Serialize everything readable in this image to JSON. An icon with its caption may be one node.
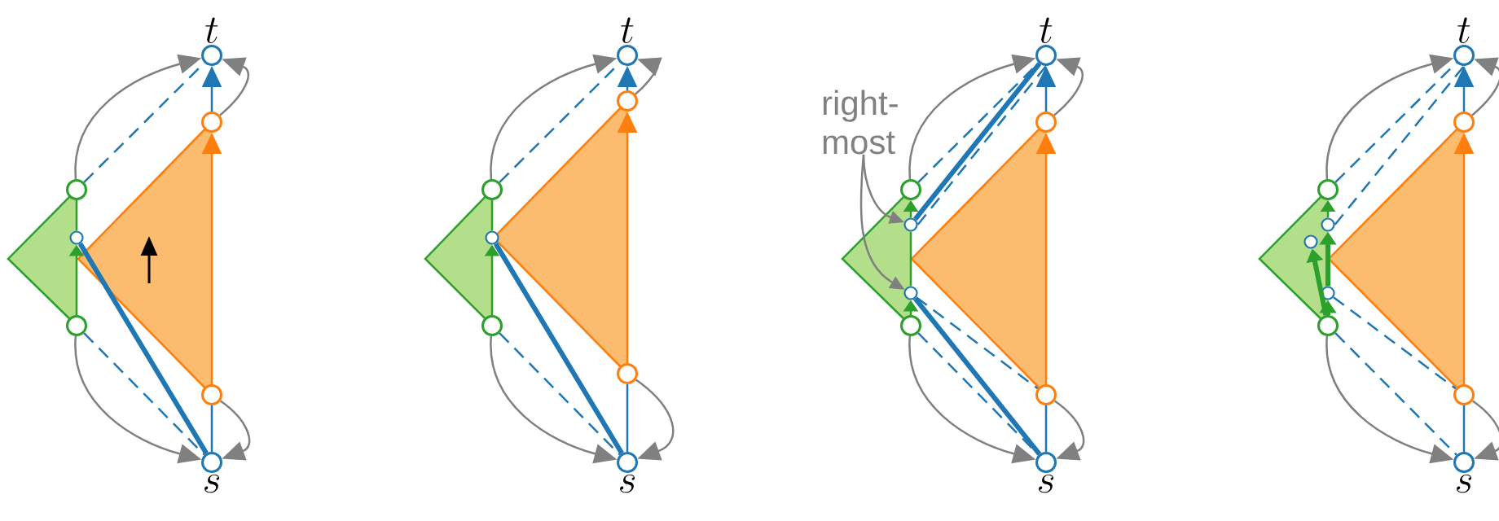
{
  "diagram": {
    "nodes": [
      {
        "text": [],
        "shape": "circle",
        "beside": [
          "t"
        ]
      },
      {
        "text": [],
        "shape": "circle"
      },
      {
        "text": [],
        "shape": "circle"
      },
      {
        "text": [],
        "shape": "circle"
      },
      {
        "text": [],
        "shape": "circle"
      },
      {
        "text": [],
        "shape": "circle"
      },
      {
        "text": [],
        "shape": "circle",
        "beside": [
          "s"
        ]
      },
      {
        "text": [],
        "shape": "circle",
        "beside": [
          "t"
        ]
      },
      {
        "text": [],
        "shape": "circle"
      },
      {
        "text": [],
        "shape": "circle"
      },
      {
        "text": [],
        "shape": "circle"
      },
      {
        "text": [],
        "shape": "circle"
      },
      {
        "text": [],
        "shape": "circle"
      },
      {
        "text": [],
        "shape": "circle",
        "beside": [
          "s"
        ]
      },
      {
        "text": [],
        "shape": "circle",
        "beside": [
          "t"
        ]
      },
      {
        "text": [
          "right-most"
        ]
      },
      {
        "text": [],
        "shape": "circle"
      },
      {
        "text": [],
        "shape": "circle"
      },
      {
        "text": [],
        "shape": "circle"
      },
      {
        "text": [],
        "shape": "circle"
      },
      {
        "text": [],
        "shape": "circle"
      },
      {
        "text": [],
        "shape": "circle"
      },
      {
        "text": [],
        "shape": "circle",
        "beside": [
          "s"
        ]
      },
      {
        "text": [],
        "shape": "circle",
        "beside": [
          "t"
        ]
      },
      {
        "text": [],
        "shape": "circle"
      },
      {
        "text": [],
        "shape": "circle"
      },
      {
        "text": [],
        "shape": "circle"
      },
      {
        "text": [],
        "shape": "circle"
      },
      {
        "text": [],
        "shape": "circle"
      },
      {
        "text": [],
        "shape": "circle"
      },
      {
        "text": [],
        "shape": "circle"
      },
      {
        "text": [],
        "shape": "circle",
        "beside": [
          "s"
        ]
      }
    ],
    "edges": [
      {
        "from": 5,
        "to": 1,
        "arrow": "to",
        "color": "#ff7f0e"
      },
      {
        "from": 1,
        "to": 0,
        "arrow": "to"
      },
      {
        "from": 6,
        "to": 5,
        "arrow": "none"
      },
      {
        "from": 4,
        "to": 3,
        "arrow": "to",
        "color": "#2ca02c"
      },
      {
        "from": 3,
        "to": 2,
        "arrow": "none",
        "color": "#2ca02c"
      },
      {
        "from": 6,
        "to": 3,
        "arrow": "none",
        "style": "thick"
      },
      {
        "from": 2,
        "to": 0,
        "arrow": "none",
        "style": "dashed"
      },
      {
        "from": 4,
        "to": 6,
        "arrow": "none",
        "style": "dashed"
      },
      {
        "from": 2,
        "to": 0,
        "arrow": "to",
        "color": "#808080"
      },
      {
        "from": 4,
        "to": 6,
        "arrow": "to",
        "color": "#808080"
      },
      {
        "from": 1,
        "to": 0,
        "arrow": "to",
        "color": "#808080"
      },
      {
        "from": 5,
        "to": 6,
        "arrow": "to",
        "color": "#808080"
      },
      {
        "from": 12,
        "to": 8,
        "arrow": "to",
        "color": "#ff7f0e"
      },
      {
        "from": 8,
        "to": 7,
        "arrow": "to"
      },
      {
        "from": 13,
        "to": 12,
        "arrow": "none"
      },
      {
        "from": 11,
        "to": 10,
        "arrow": "to",
        "color": "#2ca02c"
      },
      {
        "from": 10,
        "to": 9,
        "arrow": "none",
        "color": "#2ca02c"
      },
      {
        "from": 13,
        "to": 10,
        "arrow": "none",
        "style": "thick"
      },
      {
        "from": 9,
        "to": 7,
        "arrow": "none",
        "style": "dashed"
      },
      {
        "from": 11,
        "to": 13,
        "arrow": "none",
        "style": "dashed"
      },
      {
        "from": 9,
        "to": 7,
        "arrow": "to",
        "color": "#808080"
      },
      {
        "from": 11,
        "to": 13,
        "arrow": "to",
        "color": "#808080"
      },
      {
        "from": 8,
        "to": 7,
        "arrow": "to",
        "color": "#808080"
      },
      {
        "from": 12,
        "to": 13,
        "arrow": "to",
        "color": "#808080"
      },
      {
        "from": 21,
        "to": 16,
        "arrow": "to",
        "color": "#ff7f0e"
      },
      {
        "from": 16,
        "to": 14,
        "arrow": "to"
      },
      {
        "from": 22,
        "to": 21,
        "arrow": "none"
      },
      {
        "from": 20,
        "to": 19,
        "arrow": "to",
        "color": "#2ca02c"
      },
      {
        "from": 19,
        "to": 18,
        "arrow": "none",
        "color": "#2ca02c"
      },
      {
        "from": 18,
        "to": 17,
        "arrow": "to",
        "color": "#2ca02c"
      },
      {
        "from": 18,
        "to": 14,
        "arrow": "none",
        "style": "thick"
      },
      {
        "from": 19,
        "to": 22,
        "arrow": "none",
        "style": "thick"
      },
      {
        "from": 17,
        "to": 14,
        "arrow": "none",
        "style": "dashed"
      },
      {
        "from": 18,
        "to": 14,
        "arrow": "none",
        "style": "dashed"
      },
      {
        "from": 20,
        "to": 22,
        "arrow": "none",
        "style": "dashed"
      },
      {
        "from": 19,
        "to": 21,
        "arrow": "none",
        "style": "dashed"
      },
      {
        "from": 17,
        "to": 14,
        "arrow": "to",
        "color": "#808080"
      },
      {
        "from": 20,
        "to": 22,
        "arrow": "to",
        "color": "#808080"
      },
      {
        "from": 16,
        "to": 14,
        "arrow": "to",
        "color": "#808080"
      },
      {
        "from": 21,
        "to": 22,
        "arrow": "to",
        "color": "#808080"
      },
      {
        "from": 15,
        "to": 18,
        "arrow": "to",
        "color": "#808080"
      },
      {
        "from": 15,
        "to": 19,
        "arrow": "to",
        "color": "#808080"
      },
      {
        "from": 30,
        "to": 24,
        "arrow": "to",
        "color": "#ff7f0e"
      },
      {
        "from": 24,
        "to": 23,
        "arrow": "to"
      },
      {
        "from": 31,
        "to": 30,
        "arrow": "none"
      },
      {
        "from": 29,
        "to": 28,
        "arrow": "to",
        "style": "thick",
        "color": "#2ca02c"
      },
      {
        "from": 28,
        "to": 26,
        "arrow": "to",
        "style": "thick",
        "color": "#2ca02c"
      },
      {
        "from": 26,
        "to": 25,
        "arrow": "to",
        "color": "#2ca02c"
      },
      {
        "from": 29,
        "to": 27,
        "arrow": "to",
        "style": "thick",
        "color": "#2ca02c"
      },
      {
        "from": 25,
        "to": 23,
        "arrow": "none",
        "style": "dashed"
      },
      {
        "from": 26,
        "to": 23,
        "arrow": "none",
        "style": "dashed"
      },
      {
        "from": 28,
        "to": 30,
        "arrow": "none",
        "style": "dashed"
      },
      {
        "from": 29,
        "to": 31,
        "arrow": "none",
        "style": "dashed"
      },
      {
        "from": 25,
        "to": 23,
        "arrow": "to",
        "color": "#808080"
      },
      {
        "from": 29,
        "to": 31,
        "arrow": "to",
        "color": "#808080"
      },
      {
        "from": 24,
        "to": 23,
        "arrow": "to",
        "color": "#808080"
      },
      {
        "from": 30,
        "to": 31,
        "arrow": "to",
        "color": "#808080"
      }
    ]
  }
}
